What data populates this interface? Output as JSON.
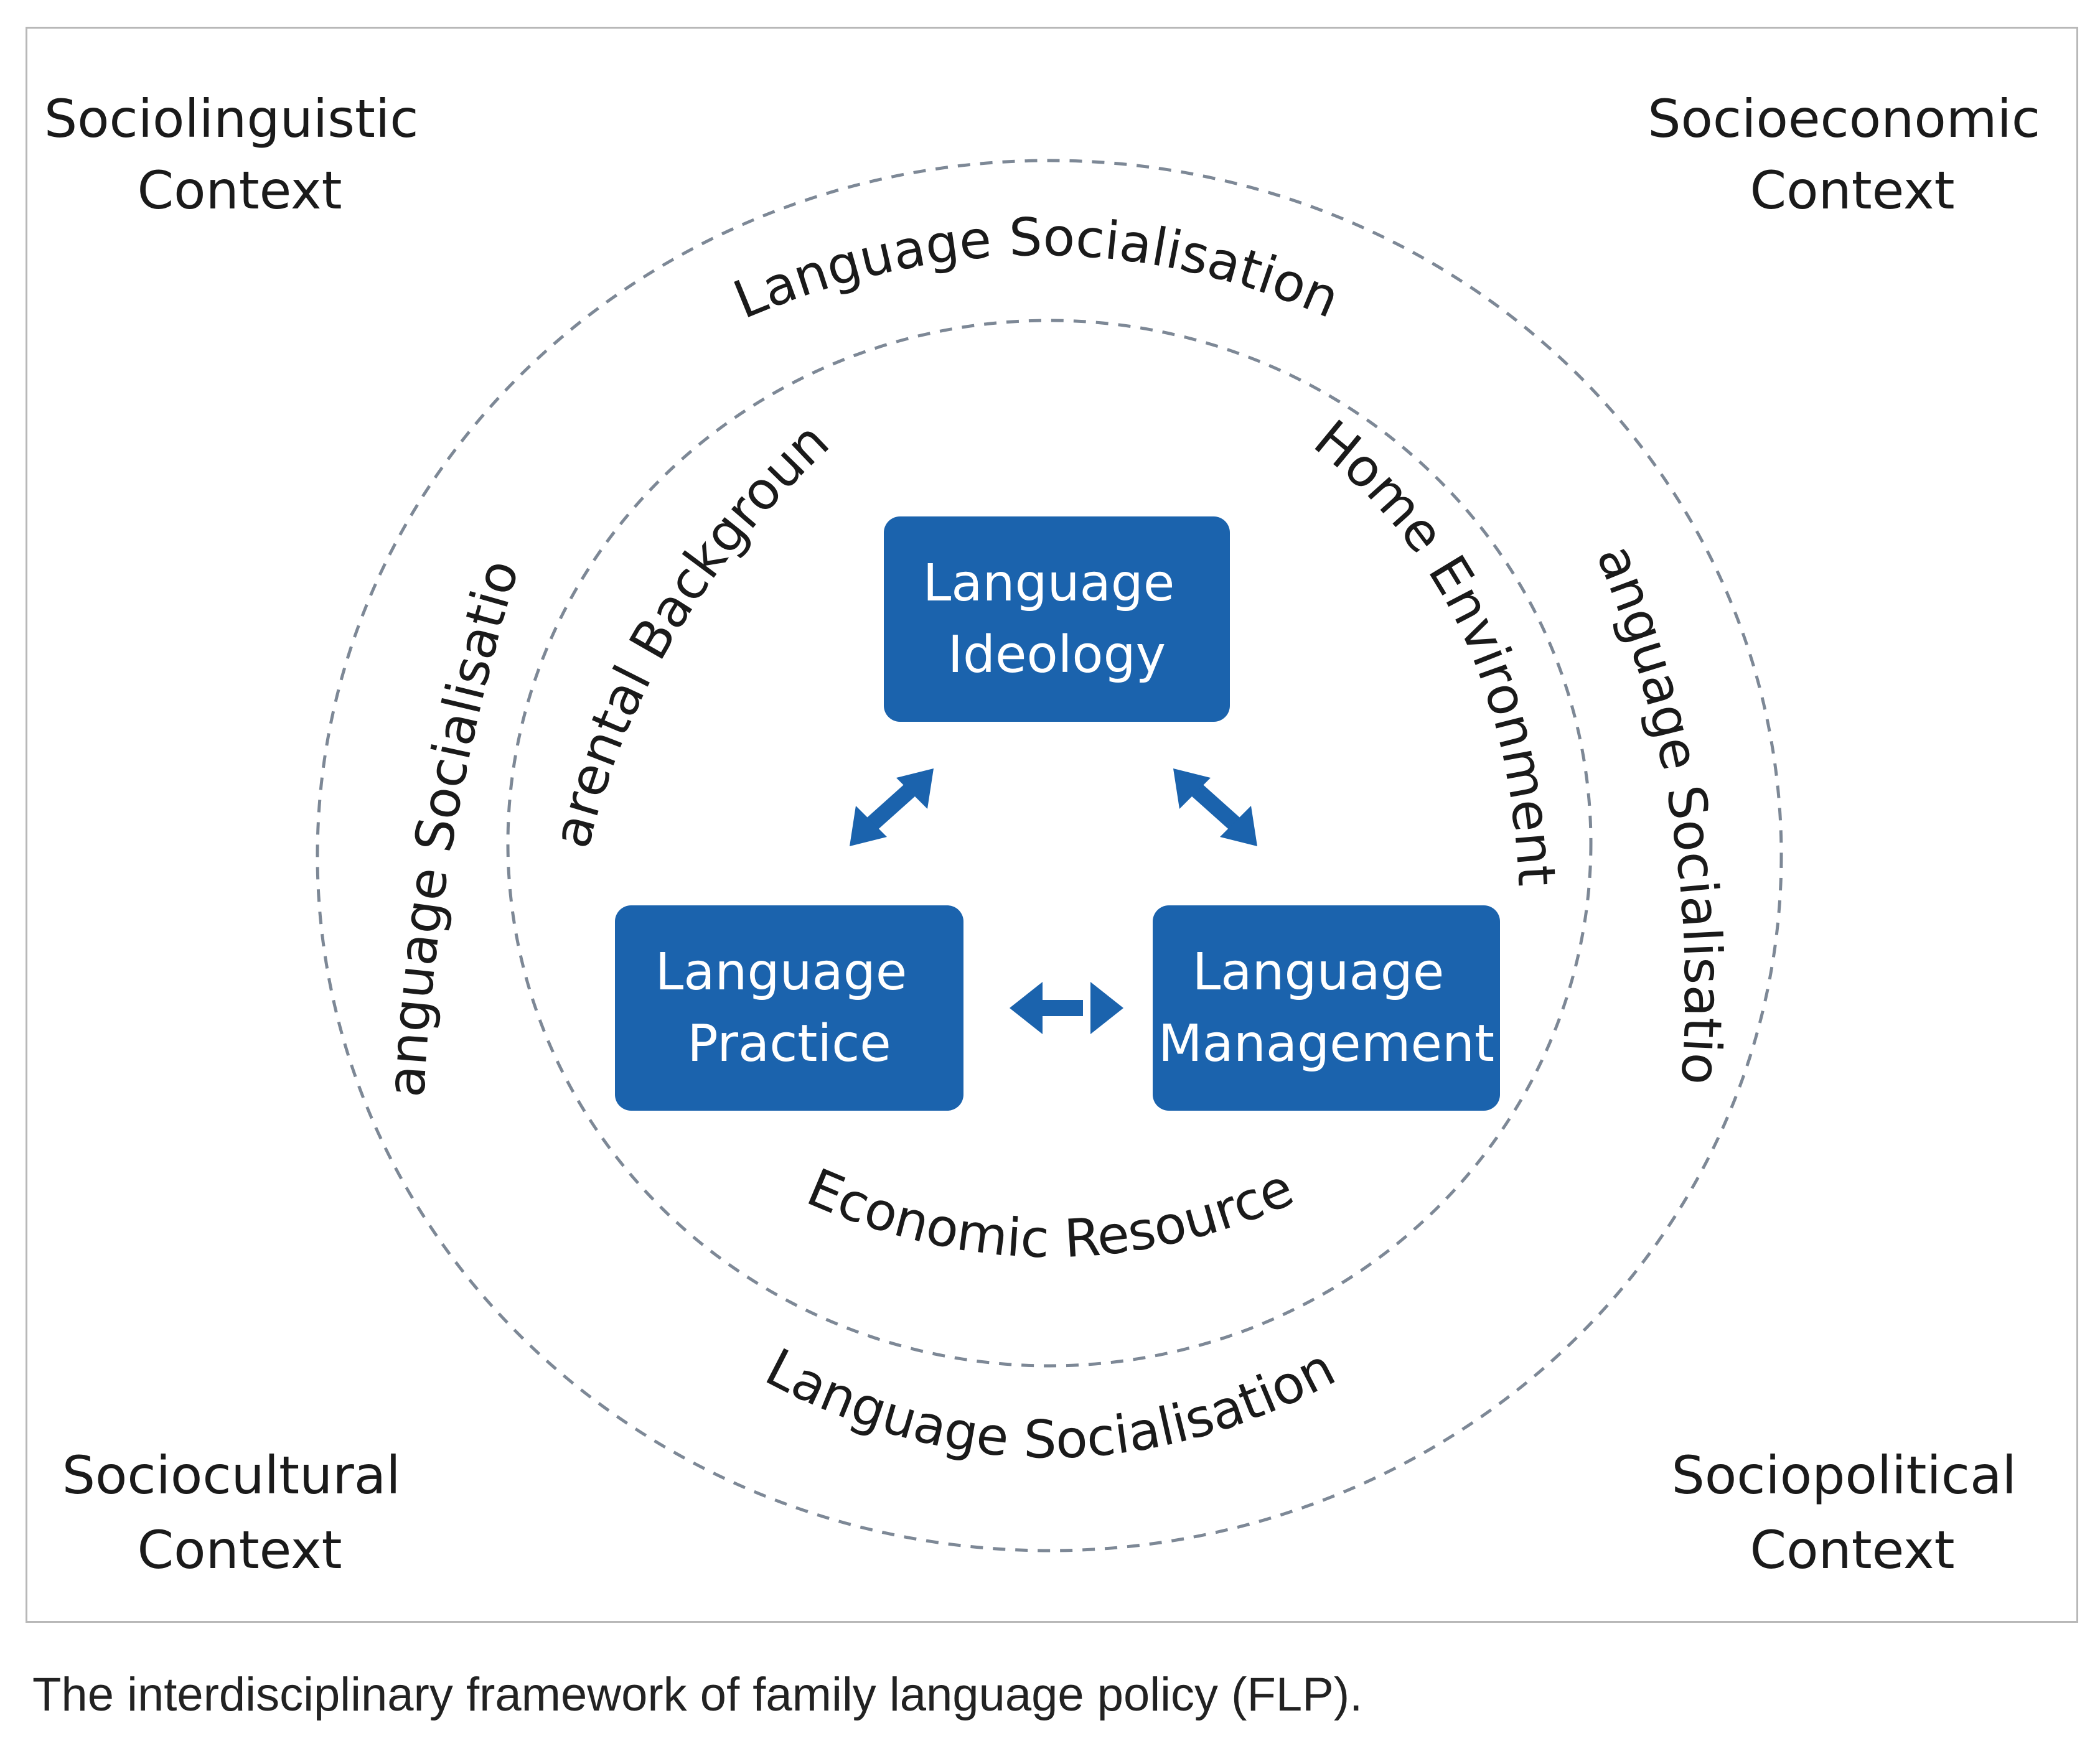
{
  "corners": {
    "top_left": [
      "Sociolinguistic",
      "Context"
    ],
    "top_right": [
      "Socioeconomic",
      "Context"
    ],
    "bottom_left": [
      "Sociocultural",
      "Context"
    ],
    "bottom_right": [
      "Sociopolitical",
      "Context"
    ]
  },
  "outer_ring": {
    "top": "Language Socialisation",
    "left": "Language Socialisation",
    "right": "Language Socialisation",
    "bottom": "Language Socialisation"
  },
  "inner_ring": {
    "upper_left": "Parental Background",
    "upper_right": "Home Environment",
    "bottom": "Economic Resource"
  },
  "boxes": {
    "ideology": [
      "Language",
      "Ideology"
    ],
    "practice": [
      "Language",
      "Practice"
    ],
    "management": [
      "Language",
      "Management"
    ]
  },
  "caption": "The interdisciplinary framework of family language policy (FLP).",
  "colors": {
    "box_fill": "#1b63ad",
    "box_text": "#ffffff",
    "dashed_ring": "#7d8896",
    "frame_border": "#b8b8b8"
  }
}
